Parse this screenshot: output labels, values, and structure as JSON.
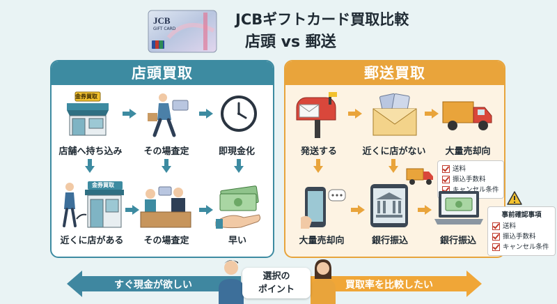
{
  "header": {
    "title": "JCBギフトカード買取比較",
    "subtitle": "店頭 vs 郵送",
    "card_brand": "JCB",
    "card_caption": "GIFT CARD"
  },
  "store": {
    "heading": "店頭買取",
    "steps": [
      "店舗へ持ち込み",
      "その場査定",
      "即現金化"
    ],
    "steps_row2": [
      "近くに店がある",
      "その場査定",
      "早い"
    ],
    "shop_sign": "金券買取"
  },
  "mail": {
    "heading": "郵送買取",
    "steps": [
      "発送する",
      "近くに店がない",
      "大量売却向"
    ],
    "steps_row2": [
      "大量売却向",
      "銀行振込",
      "銀行振込"
    ],
    "cost_notes": [
      "送料",
      "振込手数料",
      "キャンセル条件"
    ],
    "confirm_title": "事前確認事項",
    "confirm_notes": [
      "送料",
      "振込手数料",
      "キャンセル条件"
    ]
  },
  "banner": {
    "left": "すぐ現金が欲しい",
    "center_line1": "選択の",
    "center_line2": "ポイント",
    "right": "買取率を比較したい"
  },
  "colors": {
    "teal": "#3d8ba1",
    "orange": "#e9a43b",
    "arrow_left": "#3f87a0",
    "arrow_right": "#f0a637"
  }
}
